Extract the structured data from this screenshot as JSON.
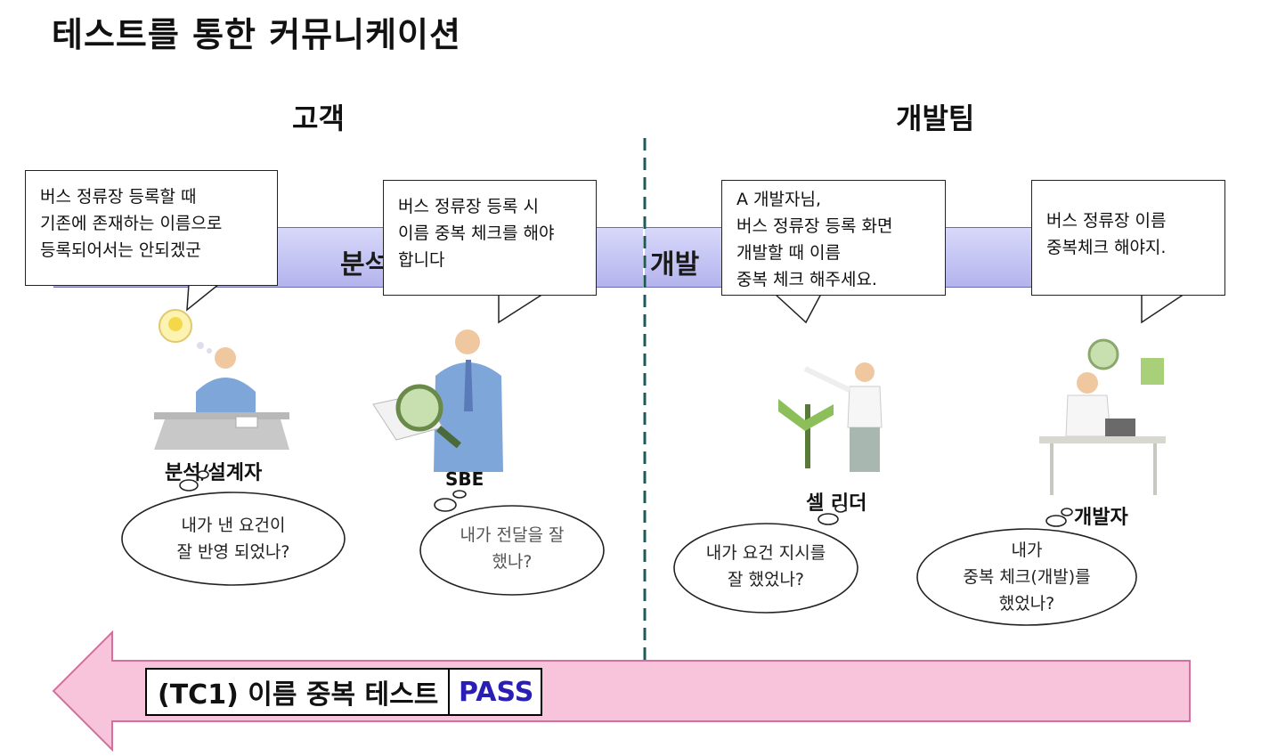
{
  "title": "테스트를 통한 커뮤니케이션",
  "sections": {
    "customer": "고객",
    "devteam": "개발팀"
  },
  "bands": {
    "analysis": "분석",
    "development": "개발"
  },
  "speech": {
    "analyst": "버스 정류장 등록할 때\n기존에 존재하는 이름으로\n등록되어서는 안되겠군",
    "sbe": "버스 정류장 등록 시\n이름 중복 체크를 해야\n합니다",
    "cell_leader": "A 개발자님,\n버스 정류장 등록 화면\n개발할 때 이름\n중복 체크 해주세요.",
    "developer": "버스 정류장 이름\n중복체크 해야지."
  },
  "roles": {
    "analyst": "분석/설계자",
    "sbe": "SBE",
    "cell_leader": "셀 리더",
    "developer": "개발자"
  },
  "thoughts": {
    "analyst": "내가 낸 요건이\n잘 반영 되었나?",
    "sbe": "내가 전달을 잘\n했나?",
    "cell_leader": "내가 요건 지시를\n잘 했었나?",
    "developer": "내가\n중복 체크(개발)를\n했었나?"
  },
  "test": {
    "name": "(TC1) 이름 중복 테스트",
    "result": "PASS",
    "result_color": "#2a1fb5"
  },
  "colors": {
    "band": "#c3c3f2",
    "arrow": "#f8c4dc",
    "divider": "#1e5a5a"
  }
}
